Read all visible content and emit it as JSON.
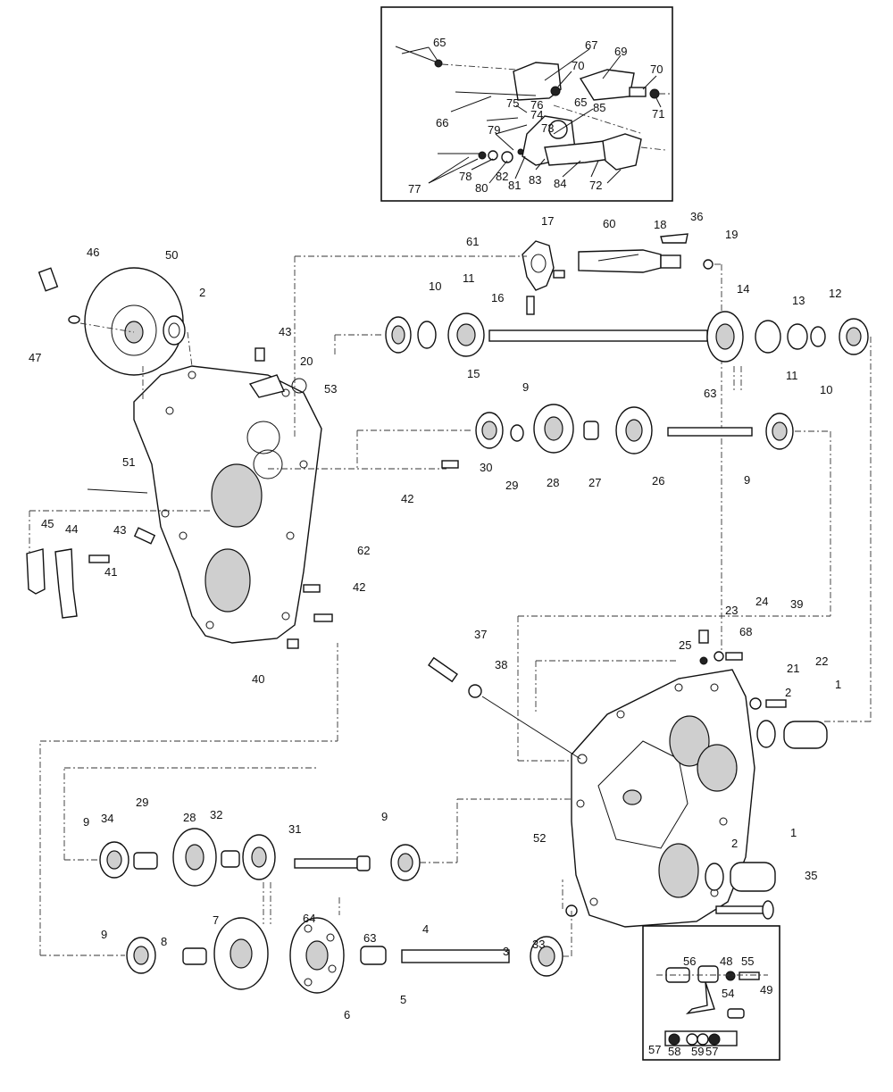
{
  "labels": [
    {
      "id": "p65a",
      "text": "65"
    },
    {
      "id": "p67",
      "text": "67"
    },
    {
      "id": "p69",
      "text": "69"
    },
    {
      "id": "p70a",
      "text": "70"
    },
    {
      "id": "p70b",
      "text": "70"
    },
    {
      "id": "p71",
      "text": "71"
    },
    {
      "id": "p66",
      "text": "66"
    },
    {
      "id": "p75",
      "text": "75"
    },
    {
      "id": "p76",
      "text": "76"
    },
    {
      "id": "p74",
      "text": "74"
    },
    {
      "id": "p65b",
      "text": "65"
    },
    {
      "id": "p85",
      "text": "85"
    },
    {
      "id": "p79",
      "text": "79"
    },
    {
      "id": "p73",
      "text": "73"
    },
    {
      "id": "p77",
      "text": "77"
    },
    {
      "id": "p78",
      "text": "78"
    },
    {
      "id": "p80",
      "text": "80"
    },
    {
      "id": "p82",
      "text": "82"
    },
    {
      "id": "p81",
      "text": "81"
    },
    {
      "id": "p83",
      "text": "83"
    },
    {
      "id": "p84",
      "text": "84"
    },
    {
      "id": "p72",
      "text": "72"
    },
    {
      "id": "p17",
      "text": "17"
    },
    {
      "id": "p60",
      "text": "60"
    },
    {
      "id": "p18",
      "text": "18"
    },
    {
      "id": "p36",
      "text": "36"
    },
    {
      "id": "p19",
      "text": "19"
    },
    {
      "id": "p61",
      "text": "61"
    },
    {
      "id": "p46",
      "text": "46"
    },
    {
      "id": "p50",
      "text": "50"
    },
    {
      "id": "p2a",
      "text": "2"
    },
    {
      "id": "p47",
      "text": "47"
    },
    {
      "id": "p43a",
      "text": "43"
    },
    {
      "id": "p20",
      "text": "20"
    },
    {
      "id": "p53",
      "text": "53"
    },
    {
      "id": "p10a",
      "text": "10"
    },
    {
      "id": "p11a",
      "text": "11"
    },
    {
      "id": "p16",
      "text": "16"
    },
    {
      "id": "p15",
      "text": "15"
    },
    {
      "id": "p14",
      "text": "14"
    },
    {
      "id": "p13",
      "text": "13"
    },
    {
      "id": "p12",
      "text": "12"
    },
    {
      "id": "p11b",
      "text": "11"
    },
    {
      "id": "p10b",
      "text": "10"
    },
    {
      "id": "p63a",
      "text": "63"
    },
    {
      "id": "p9a",
      "text": "9"
    },
    {
      "id": "p30",
      "text": "30"
    },
    {
      "id": "p29a",
      "text": "29"
    },
    {
      "id": "p28a",
      "text": "28"
    },
    {
      "id": "p27",
      "text": "27"
    },
    {
      "id": "p26",
      "text": "26"
    },
    {
      "id": "p9b",
      "text": "9"
    },
    {
      "id": "p42a",
      "text": "42"
    },
    {
      "id": "p51",
      "text": "51"
    },
    {
      "id": "p45",
      "text": "45"
    },
    {
      "id": "p44",
      "text": "44"
    },
    {
      "id": "p43b",
      "text": "43"
    },
    {
      "id": "p41",
      "text": "41"
    },
    {
      "id": "p62",
      "text": "62"
    },
    {
      "id": "p42b",
      "text": "42"
    },
    {
      "id": "p40",
      "text": "40"
    },
    {
      "id": "p37",
      "text": "37"
    },
    {
      "id": "p38",
      "text": "38"
    },
    {
      "id": "p23",
      "text": "23"
    },
    {
      "id": "p24",
      "text": "24"
    },
    {
      "id": "p39",
      "text": "39"
    },
    {
      "id": "p68",
      "text": "68"
    },
    {
      "id": "p25",
      "text": "25"
    },
    {
      "id": "p21",
      "text": "21"
    },
    {
      "id": "p22",
      "text": "22"
    },
    {
      "id": "p2b",
      "text": "2"
    },
    {
      "id": "p1a",
      "text": "1"
    },
    {
      "id": "p9c",
      "text": "9"
    },
    {
      "id": "p34",
      "text": "34"
    },
    {
      "id": "p29b",
      "text": "29"
    },
    {
      "id": "p28b",
      "text": "28"
    },
    {
      "id": "p32",
      "text": "32"
    },
    {
      "id": "p31",
      "text": "31"
    },
    {
      "id": "p9d",
      "text": "9"
    },
    {
      "id": "p64",
      "text": "64"
    },
    {
      "id": "p52",
      "text": "52"
    },
    {
      "id": "p2c",
      "text": "2"
    },
    {
      "id": "p1b",
      "text": "1"
    },
    {
      "id": "p35",
      "text": "35"
    },
    {
      "id": "p33",
      "text": "33"
    },
    {
      "id": "p9e",
      "text": "9"
    },
    {
      "id": "p8",
      "text": "8"
    },
    {
      "id": "p7",
      "text": "7"
    },
    {
      "id": "p63b",
      "text": "63"
    },
    {
      "id": "p4",
      "text": "4"
    },
    {
      "id": "p3",
      "text": "3"
    },
    {
      "id": "p5",
      "text": "5"
    },
    {
      "id": "p6",
      "text": "6"
    },
    {
      "id": "p56",
      "text": "56"
    },
    {
      "id": "p48",
      "text": "48"
    },
    {
      "id": "p55",
      "text": "55"
    },
    {
      "id": "p54",
      "text": "54"
    },
    {
      "id": "p49",
      "text": "49"
    },
    {
      "id": "p57a",
      "text": "57"
    },
    {
      "id": "p58",
      "text": "58"
    },
    {
      "id": "p59",
      "text": "59"
    },
    {
      "id": "p57b",
      "text": "57"
    }
  ]
}
